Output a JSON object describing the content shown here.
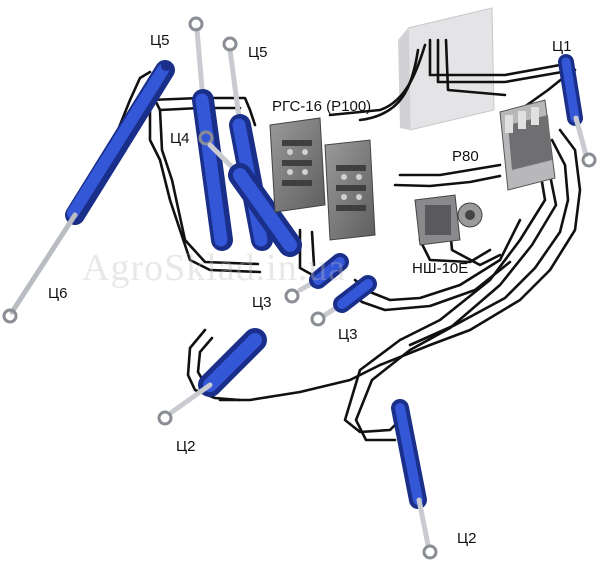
{
  "labels": {
    "c5_left": "Ц5",
    "c5_right": "Ц5",
    "c4": "Ц4",
    "c1": "Ц1",
    "rgs": "РГС-16 (Р100)",
    "p80": "Р80",
    "pump": "НШ-10Е",
    "c6": "Ц6",
    "c3_top": "Ц3",
    "c3_bottom": "Ц3",
    "c2_left": "Ц2",
    "c2_bottom": "Ц2"
  },
  "watermark": "AgroSklad.in.ua",
  "colors": {
    "cylinder": "#2a47c0",
    "cylinder_dark": "#1a2f8a",
    "hose": "#111111",
    "valve": "#7a7a7a",
    "tank": "#e2e2e4",
    "rod": "#c9cbd0"
  }
}
